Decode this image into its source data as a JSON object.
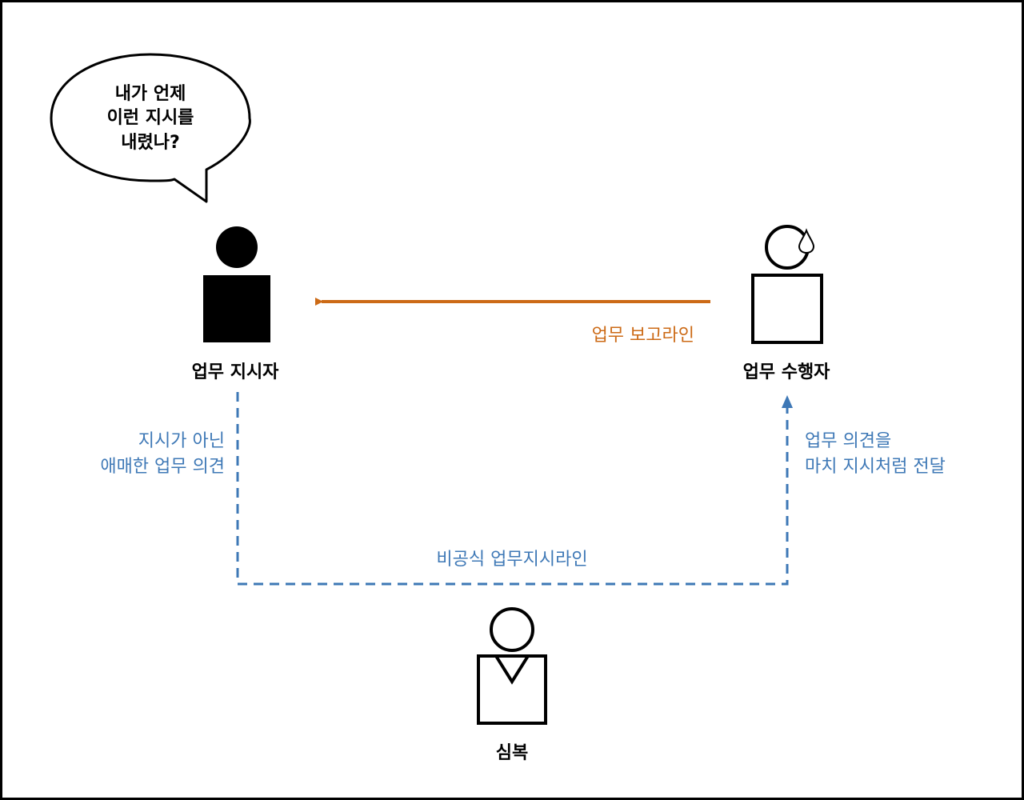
{
  "speech_bubble": {
    "lines": [
      "내가 언제",
      "이런 지시를",
      "내렸나?"
    ]
  },
  "instructor": {
    "label": "업무 지시자"
  },
  "performer": {
    "label": "업무 수행자"
  },
  "confidant": {
    "label": "심복"
  },
  "report_line": {
    "label": "업무 보고라인",
    "color": "#cc6a16"
  },
  "left_note": {
    "lines": [
      "지시가 아닌",
      "애매한 업무 의견"
    ]
  },
  "right_note": {
    "lines": [
      "업무 의견을",
      "마치 지시처럼 전달"
    ]
  },
  "informal_line": {
    "label": "비공식 업무지시라인",
    "color": "#3e78b6"
  }
}
